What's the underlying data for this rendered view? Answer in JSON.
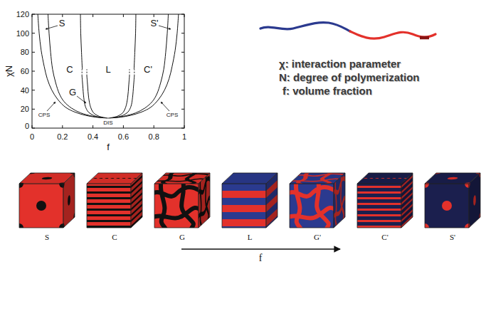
{
  "diagram": {
    "labels": [
      "120",
      "100",
      "80",
      "60",
      "40",
      "20",
      "0",
      "0",
      "0.2",
      "0.4",
      "0.6",
      "0.8",
      "1",
      "χN",
      "f",
      "S",
      "C",
      "L",
      "C'",
      "S'",
      "G",
      "CPS",
      "CPS",
      "DIS",
      "χ: interaction parameter",
      "N: degree of polymerization",
      "f: volume fraction",
      "S",
      "C",
      "G",
      "L",
      "G'",
      "C'",
      "S'",
      "f"
    ]
  }
}
